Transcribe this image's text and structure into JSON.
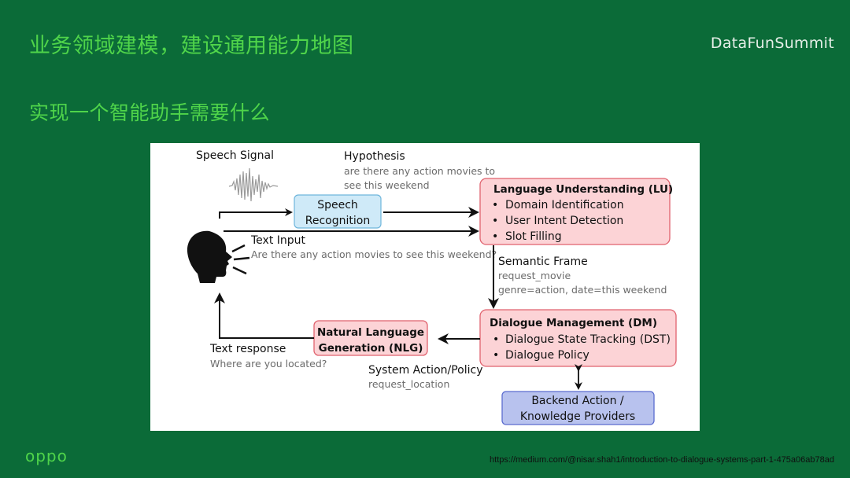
{
  "slide": {
    "title": "业务领域建模，建设通用能力地图",
    "brand": "DataFunSummit",
    "subtitle": "实现一个智能助手需要什么",
    "logo": "oppo",
    "source": "https://medium.com/@nisar.shah1/introduction-to-dialogue-systems-part-1-475a06ab78ad"
  },
  "diagram": {
    "speech_signal": "Speech Signal",
    "hypothesis": "Hypothesis",
    "hypothesis_line1": "are there any action movies to",
    "hypothesis_line2": "see this weekend",
    "sr_line1": "Speech",
    "sr_line2": "Recognition",
    "lu_title": "Language Understanding (LU)",
    "lu_item1": "Domain Identification",
    "lu_item2": "User Intent Detection",
    "lu_item3": "Slot Filling",
    "text_input": "Text Input",
    "text_input_example": "Are there any action movies to see this weekend?",
    "semantic_frame": "Semantic Frame",
    "semantic_line1": "request_movie",
    "semantic_line2": "genre=action, date=this weekend",
    "dm_title": "Dialogue Management (DM)",
    "dm_item1": "Dialogue State Tracking (DST)",
    "dm_item2": "Dialogue Policy",
    "nlg_line1": "Natural Language",
    "nlg_line2": "Generation (NLG)",
    "text_response": "Text response",
    "text_response_example": "Where are you located?",
    "system_action": "System Action/Policy",
    "system_action_example": "request_location",
    "backend_line1": "Backend Action /",
    "backend_line2": "Knowledge Providers",
    "bullet": "•",
    "colors": {
      "lu_fill": "#fcd3d6",
      "lu_stroke": "#e0626e",
      "sr_fill": "#cfeaf8",
      "sr_stroke": "#6fb6dc",
      "backend_fill": "#b8c2ee",
      "backend_stroke": "#5b6ccf"
    }
  }
}
